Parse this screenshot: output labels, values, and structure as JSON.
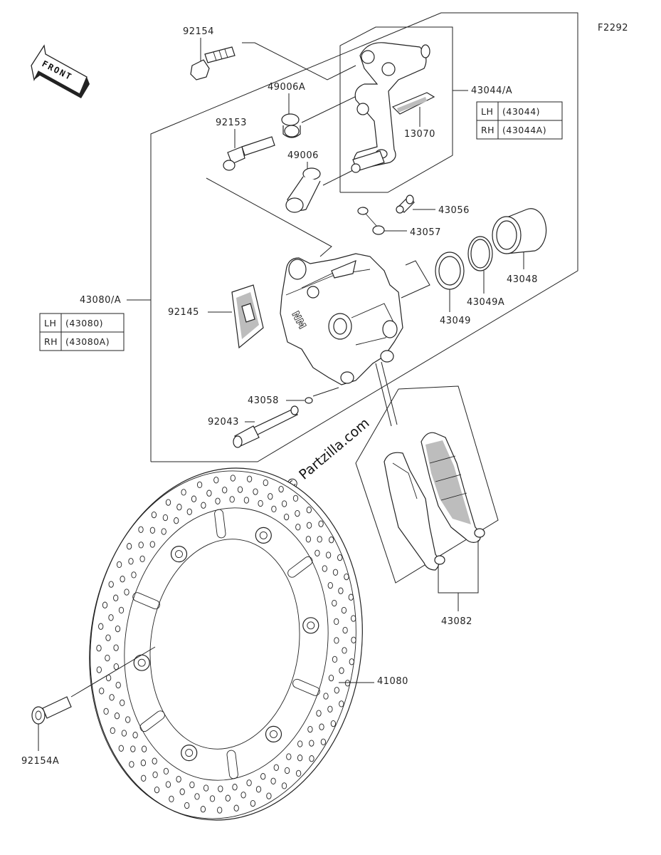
{
  "figure_code": "F2292",
  "front_label": "FRONT",
  "watermark": "© Partzilla.com",
  "labels": {
    "p92154": "92154",
    "p49006A": "49006A",
    "p92153": "92153",
    "p49006": "49006",
    "p13070": "13070",
    "p43044A": "43044/A",
    "p43056": "43056",
    "p43057": "43057",
    "p43048": "43048",
    "p43049A": "43049A",
    "p43049": "43049",
    "p43080A": "43080/A",
    "p92145": "92145",
    "p43058": "43058",
    "p92043": "92043",
    "p43082": "43082",
    "p41080": "41080",
    "p92154A": "92154A"
  },
  "caliper_bracket_table": [
    {
      "side": "LH",
      "part": "(43044)"
    },
    {
      "side": "RH",
      "part": "(43044A)"
    }
  ],
  "caliper_table": [
    {
      "side": "LH",
      "part": "(43080)"
    },
    {
      "side": "RH",
      "part": "(43080A)"
    }
  ],
  "icons": [
    "front-arrow-icon"
  ]
}
